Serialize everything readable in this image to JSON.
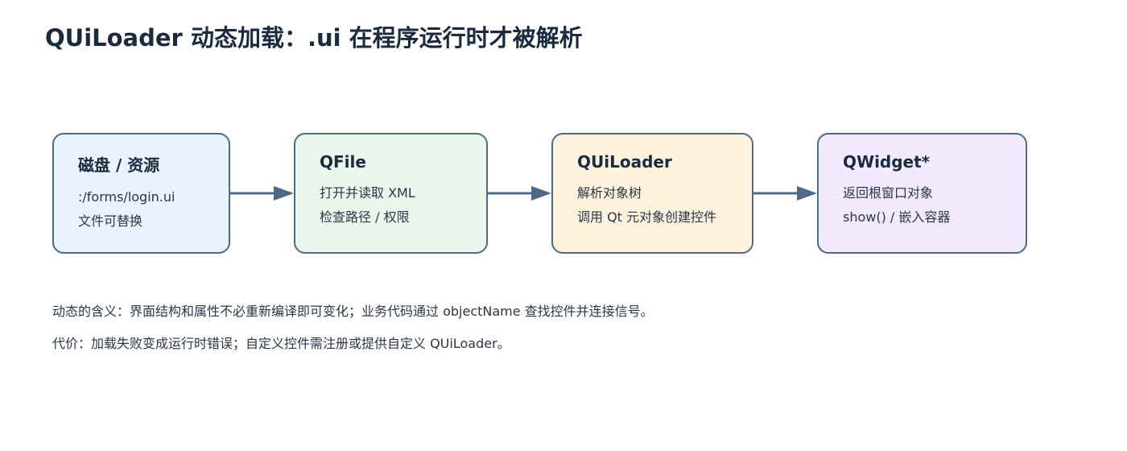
{
  "title": "QUiLoader 动态加载：.ui 在程序运行时才被解析",
  "nodes": [
    {
      "title": "磁盘 / 资源",
      "lines": [
        ":/forms/login.ui",
        "文件可替换"
      ],
      "color": "#e9f3fd"
    },
    {
      "title": "QFile",
      "lines": [
        "打开并读取 XML",
        "检查路径 / 权限"
      ],
      "color": "#eaf6ec"
    },
    {
      "title": "QUiLoader",
      "lines": [
        "解析对象树",
        "调用 Qt 元对象创建控件"
      ],
      "color": "#fef2de"
    },
    {
      "title": "QWidget*",
      "lines": [
        "返回根窗口对象",
        "show() / 嵌入容器"
      ],
      "color": "#f1e9fd"
    }
  ],
  "notes": [
    "动态的含义：界面结构和属性不必重新编译即可变化；业务代码通过 objectName 查找控件并连接信号。",
    "代价：加载失败变成运行时错误；自定义控件需注册或提供自定义 QUiLoader。"
  ],
  "colors": {
    "border": "#4d6b87",
    "arrow": "#4d6b87",
    "title_text": "#1c2a3d"
  }
}
